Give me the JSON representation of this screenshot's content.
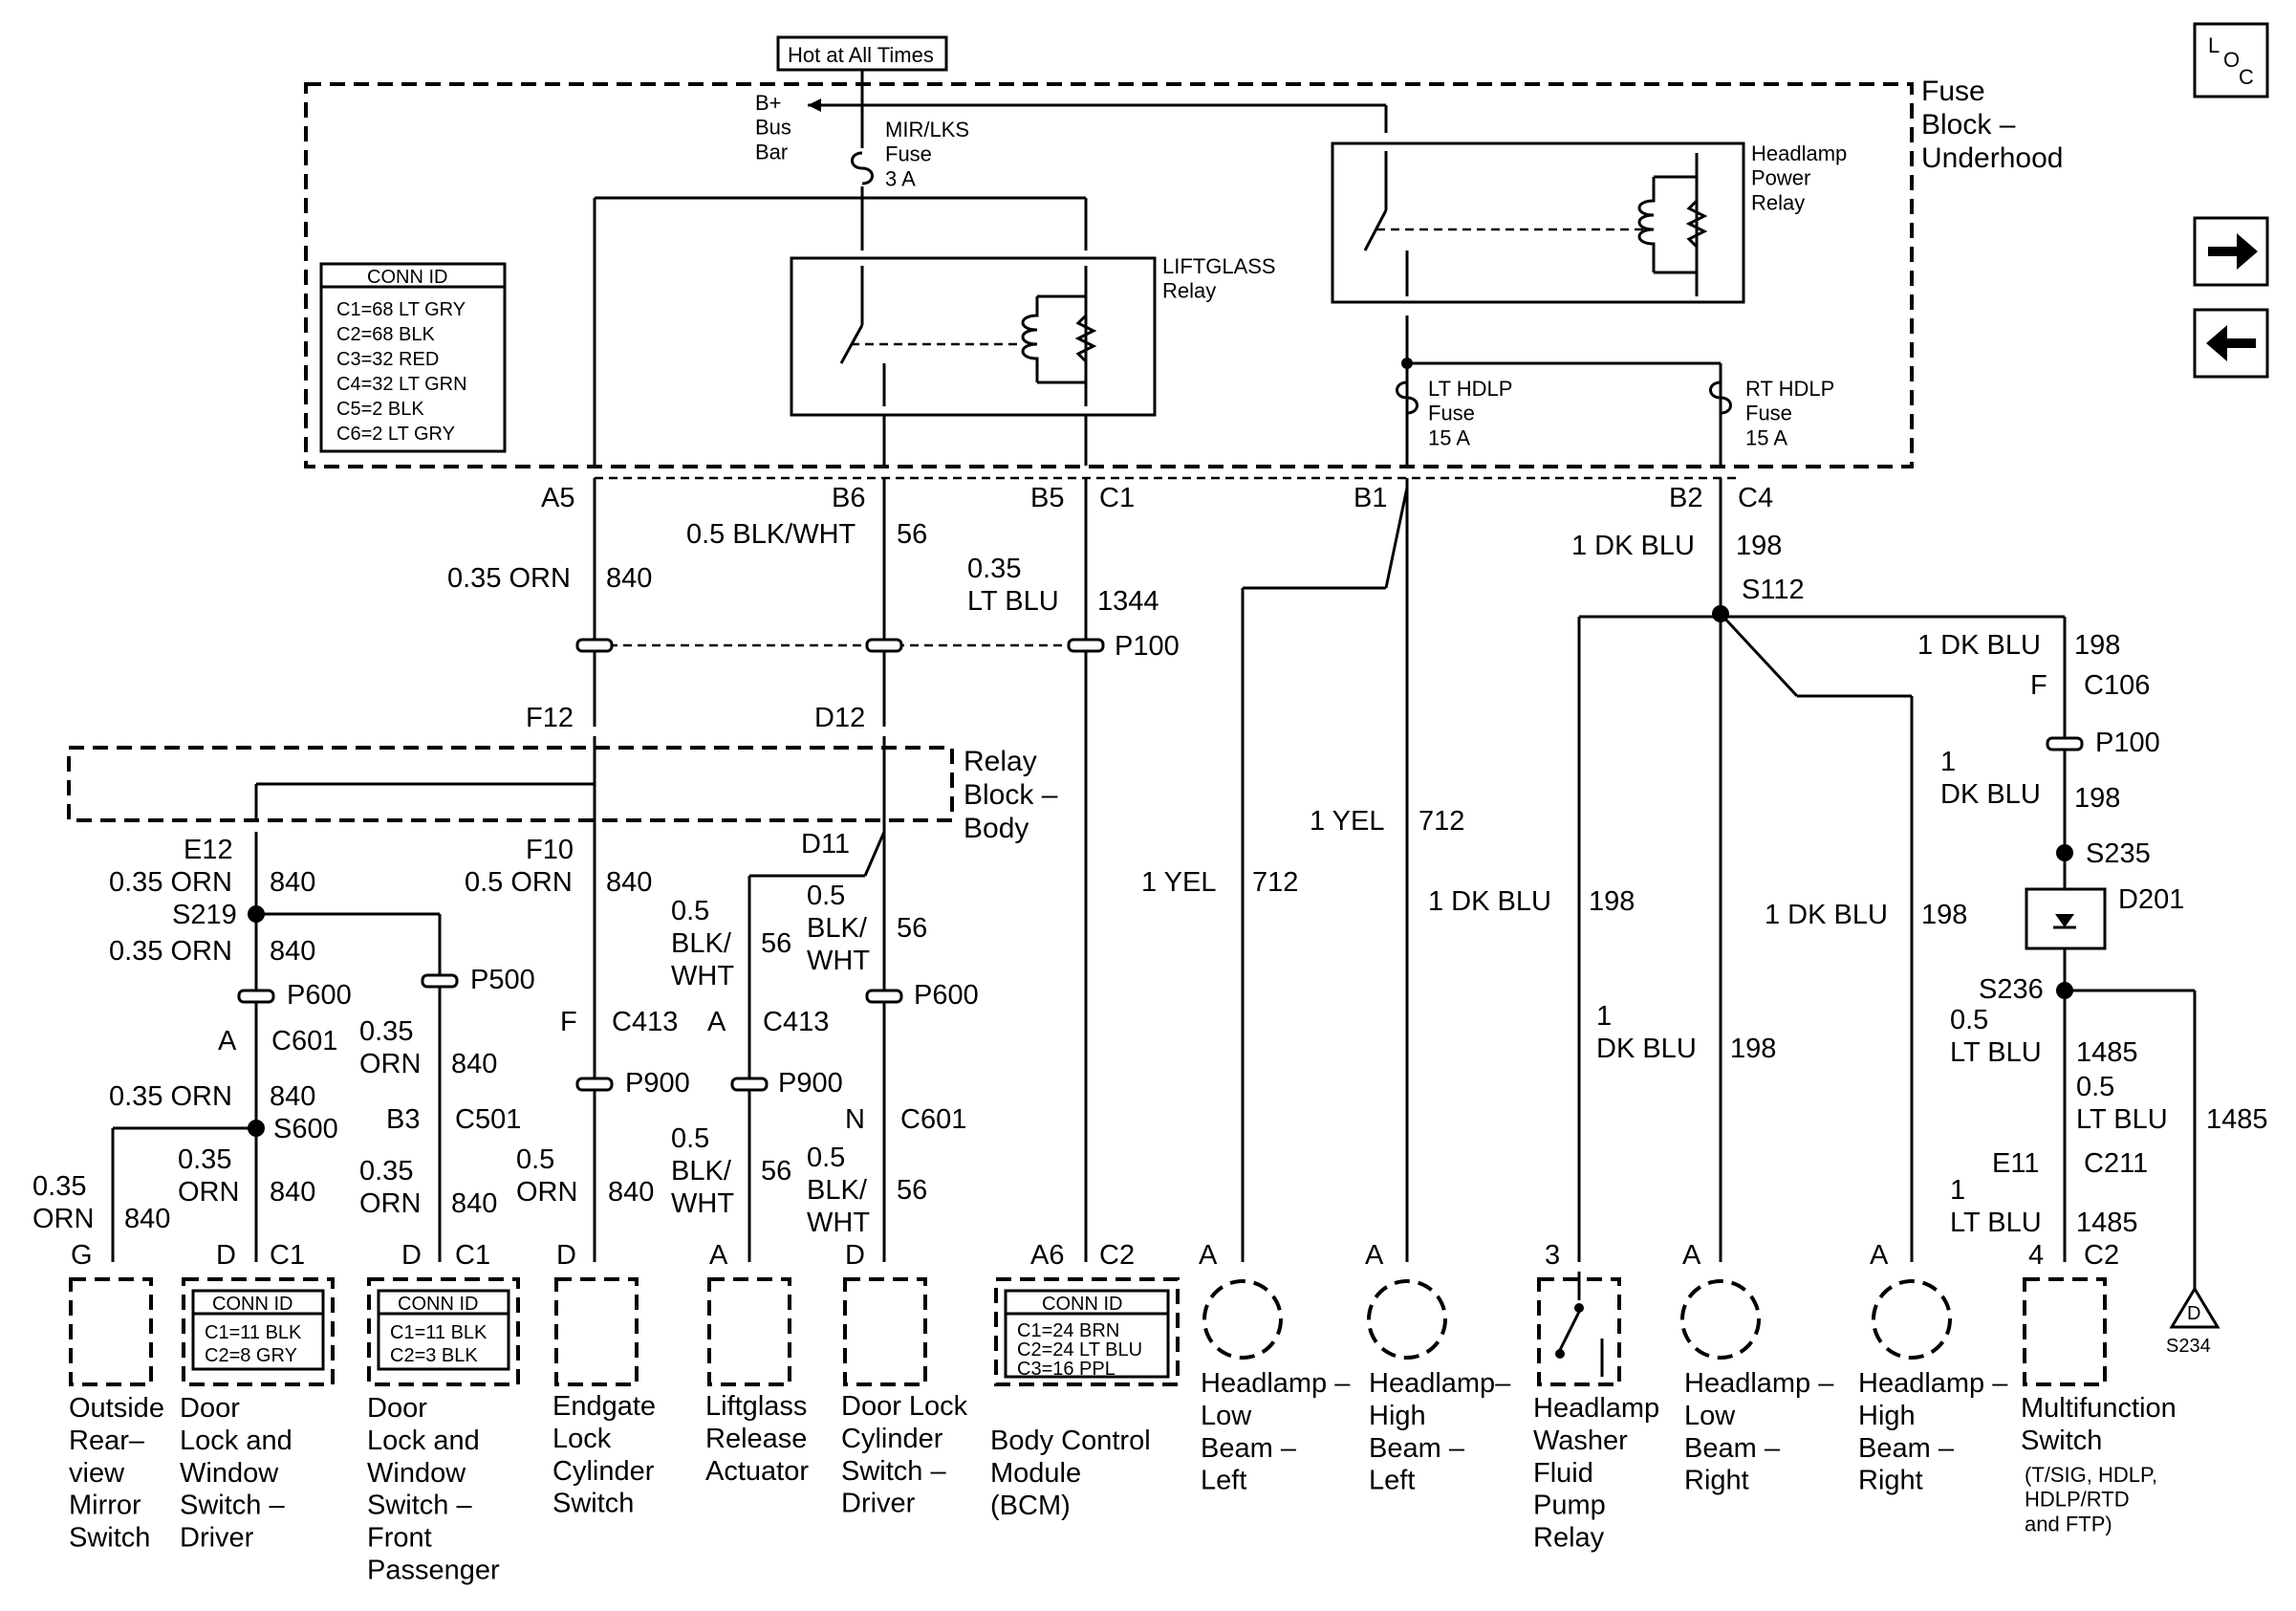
{
  "top": {
    "hot_label": "Hot at All Times",
    "busbar_label": "B+\nBus\nBar",
    "mir_fuse": "MIR/LKS\nFuse\n3 A",
    "fuse_block": "Fuse\nBlock –\nUnderhood",
    "loc_icon": "LOC",
    "liftglass_relay": "LIFTGLASS\nRelay",
    "headlamp_relay": "Headlamp\nPower\nRelay",
    "lt_fuse": "LT HDLP\nFuse\n15 A",
    "rt_fuse": "RT HDLP\nFuse\n15 A"
  },
  "conn_id_box": {
    "title": "CONN ID",
    "lines": [
      "C1=68 LT GRY",
      "C2=68 BLK",
      "C3=32 RED",
      "C4=32 LT GRN",
      "C5=2 BLK",
      "C6=2 LT GRY"
    ]
  },
  "nav": {
    "next_icon": "arrow-right-icon",
    "prev_icon": "arrow-left-icon"
  },
  "pins": {
    "a5": "A5",
    "b6": "B6",
    "b5": "B5",
    "c1": "C1",
    "b1": "B1",
    "b2": "B2",
    "c4": "C4"
  },
  "wires": {
    "w840": "0.35 ORN",
    "n840": "840",
    "w56": "0.5 BLK/WHT",
    "n56": "56",
    "w1344": "0.35\nLT BLU",
    "n1344": "1344",
    "w198a": "1 DK BLU",
    "n198a": "198",
    "s112": "S112",
    "w198b": "1 DK BLU",
    "n198b": "198",
    "f_c106": "F",
    "c106": "C106",
    "p100_r": "P100",
    "w198c": "1\nDK BLU",
    "n198c": "198",
    "s235": "S235",
    "d201": "D201",
    "s236": "S236",
    "w1485a": "0.5\nLT BLU",
    "n1485a": "1485",
    "w1485b": "0.5\nLT BLU",
    "n1485b": "1485",
    "e11": "E11",
    "c211": "C211",
    "w1485c": "1\nLT BLU",
    "n1485c": "1485",
    "c2_pin4": "4",
    "c2_r": "C2",
    "s234": "S234",
    "d_tri": "D",
    "p100_l": "P100",
    "f12": "F12",
    "d12": "D12",
    "relay_block": "Relay\nBlock –\nBody",
    "w712a": "1 YEL",
    "n712a": "712",
    "w712b": "1 YEL",
    "n712b": "712",
    "w198d": "1 DK BLU",
    "n198d": "198",
    "w198e": "1 DK BLU",
    "n198e": "198",
    "w198f": "1\nDK BLU",
    "n198f": "198",
    "e12": "E12",
    "w840b": "0.35 ORN",
    "n840b": "840",
    "s219": "S219",
    "w840c": "0.35 ORN",
    "n840c": "840",
    "p600a": "P600",
    "p500": "P500",
    "a_c601": "A",
    "c601a": "C601",
    "w840d": "0.35\nORN",
    "n840d": "840",
    "b3": "B3",
    "c501": "C501",
    "w840e": "0.35 ORN",
    "n840e": "840",
    "s600": "S600",
    "w840f": "0.35\nORN",
    "n840f": "840",
    "w840g": "0.35\nORN",
    "n840g": "840",
    "w840h": "0.35\nORN",
    "n840h": "840",
    "f10": "F10",
    "w840i": "0.5 ORN",
    "n840i": "840",
    "f_c413": "F",
    "c413a": "C413",
    "p900a": "P900",
    "w840j": "0.5\nORN",
    "n840j": "840",
    "d11": "D11",
    "w56b": "0.5\nBLK/\nWHT",
    "n56b": "56",
    "w56c": "0.5\nBLK/\nWHT",
    "n56c": "56",
    "p600b": "P600",
    "a_c413": "A",
    "c413b": "C413",
    "p900b": "P900",
    "w56d": "0.5\nBLK/\nWHT",
    "n56d": "56",
    "n_c601": "N",
    "c601b": "C601",
    "w56e": "0.5\nBLK/\nWHT",
    "n56e": "56"
  },
  "components": {
    "mirror": {
      "pin": "G",
      "label": "Outside\nRear–\nview\nMirror\nSwitch"
    },
    "door_drv": {
      "pin": "D",
      "conn": "C1",
      "label": "Door\nLock and\nWindow\nSwitch –\nDriver",
      "id_title": "CONN ID",
      "id_lines": [
        "C1=11 BLK",
        "C2=8 GRY"
      ]
    },
    "door_pass": {
      "pin": "D",
      "conn": "C1",
      "label": "Door\nLock and\nWindow\nSwitch –\nFront\nPassenger",
      "id_title": "CONN ID",
      "id_lines": [
        "C1=11 BLK",
        "C2=3 BLK"
      ]
    },
    "endgate": {
      "pin": "D",
      "label": "Endgate\nLock\nCylinder\nSwitch"
    },
    "liftglass": {
      "pin": "A",
      "label": "Liftglass\nRelease\nActuator"
    },
    "doorlock_cyl": {
      "pin": "D",
      "label": "Door Lock\nCylinder\nSwitch –\nDriver"
    },
    "bcm": {
      "pin": "A6",
      "conn": "C2",
      "label": "Body Control\nModule\n(BCM)",
      "id_title": "CONN ID",
      "id_lines": [
        "C1=24 BRN",
        "C2=24 LT BLU",
        "C3=16 PPL"
      ]
    },
    "hl_low_l": {
      "pin": "A",
      "label": "Headlamp –\nLow\nBeam –\nLeft"
    },
    "hl_high_l": {
      "pin": "A",
      "label": "Headlamp–\nHigh\nBeam –\nLeft"
    },
    "washer": {
      "pin": "3",
      "label": "Headlamp\nWasher\nFluid\nPump\nRelay"
    },
    "hl_low_r": {
      "pin": "A",
      "label": "Headlamp –\nLow\nBeam –\nRight"
    },
    "hl_high_r": {
      "pin": "A",
      "label": "Headlamp –\nHigh\nBeam –\nRight"
    },
    "multifunction": {
      "label": "Multifunction\nSwitch",
      "sub": "(T/SIG, HDLP,\nHDLP/RTD\nand FTP)"
    }
  }
}
